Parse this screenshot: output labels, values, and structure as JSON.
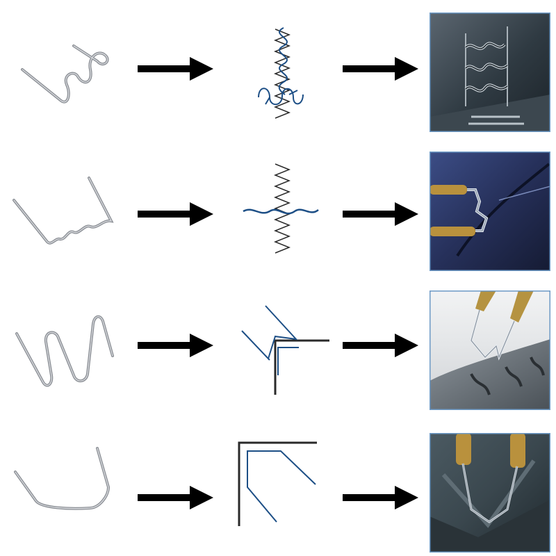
{
  "rows": [
    {
      "staple": "wave-staple",
      "diagram": "wave-staple-over-crack",
      "photo": "wave-staples-melted-into-plastic"
    },
    {
      "staple": "flat-staple",
      "diagram": "flat-staple-over-crack",
      "photo": "flat-staple-welding"
    },
    {
      "staple": "w-staple",
      "diagram": "w-staple-outside-corner",
      "photo": "w-staple-welding"
    },
    {
      "staple": "v-staple",
      "diagram": "v-staple-inside-corner",
      "photo": "v-staple-welding"
    }
  ],
  "colors": {
    "arrow": "#000000",
    "wire": "#8a8e94",
    "diagram_blue": "#1d4f86",
    "diagram_dark": "#2a2a2a",
    "photo_border": "#6d9ac6"
  }
}
